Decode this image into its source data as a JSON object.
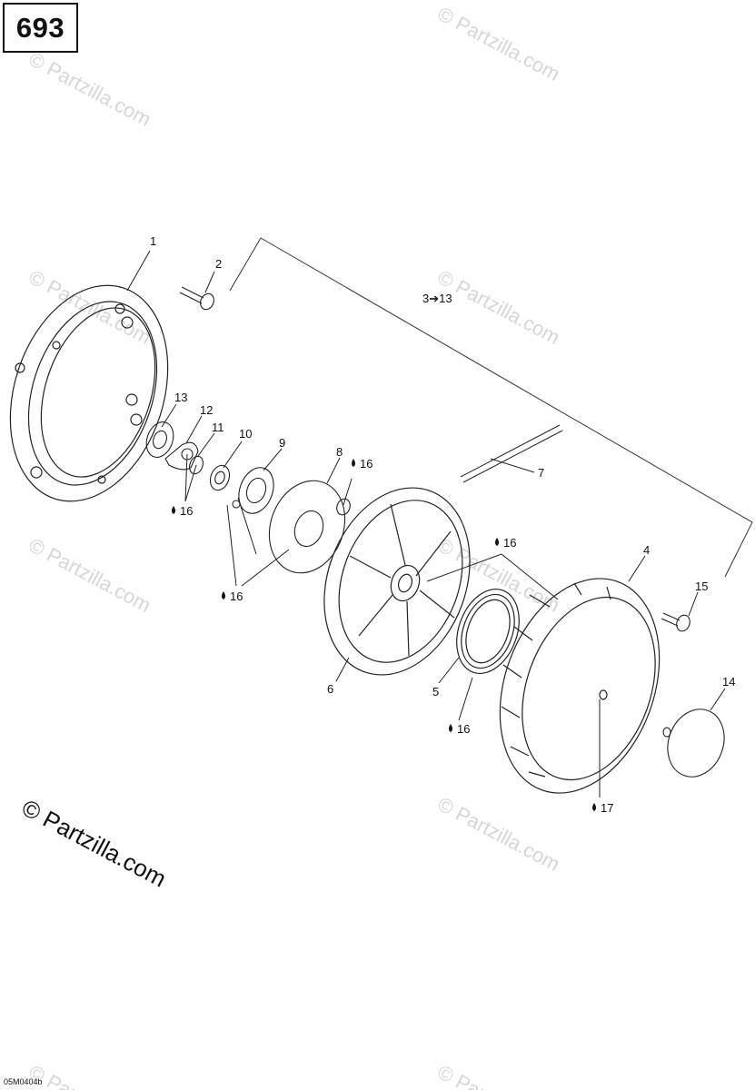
{
  "page_number": "693",
  "diagram_code": "05M0404b",
  "group_label": "3➔13",
  "watermark": "© Partzilla.com",
  "callouts": {
    "c1": "1",
    "c2": "2",
    "c4": "4",
    "c5": "5",
    "c6": "6",
    "c7": "7",
    "c8": "8",
    "c9": "9",
    "c10": "10",
    "c11": "11",
    "c12": "12",
    "c13": "13",
    "c14": "14",
    "c15": "15",
    "lub16a": "16",
    "lub16b": "16",
    "lub16c": "16",
    "lub16d": "16",
    "lub16e": "16",
    "lub17": "17"
  }
}
